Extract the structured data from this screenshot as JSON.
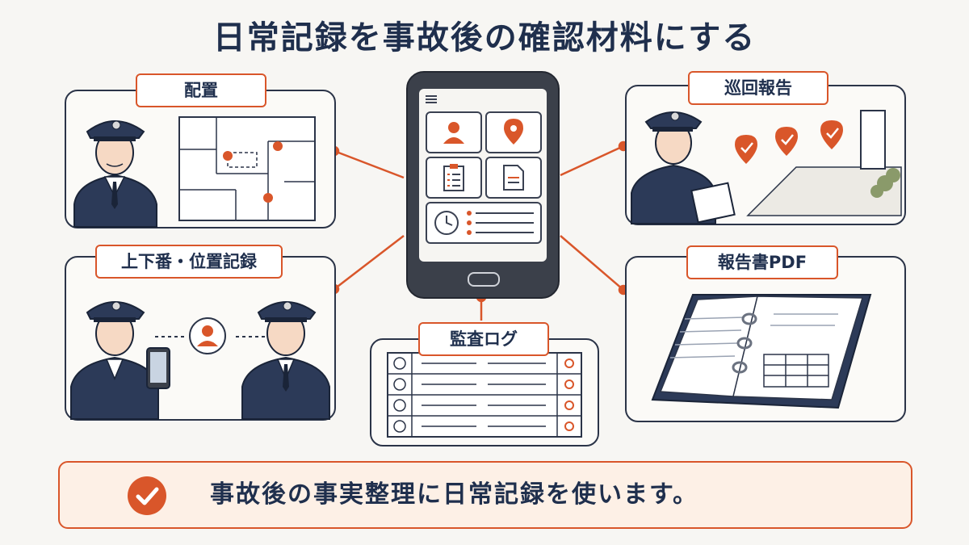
{
  "title": "日常記録を事故後の確認材料にする",
  "labels": {
    "placement": "配置",
    "shift": "上下番・位置記録",
    "patrol": "巡回報告",
    "report_pdf": "報告書PDF",
    "audit_log": "監査ログ"
  },
  "banner": {
    "text": "事故後の事実整理に日常記録を使います。"
  },
  "colors": {
    "accent": "#d9562a",
    "navy": "#1f2f4d",
    "uniform": "#2c3a58"
  }
}
